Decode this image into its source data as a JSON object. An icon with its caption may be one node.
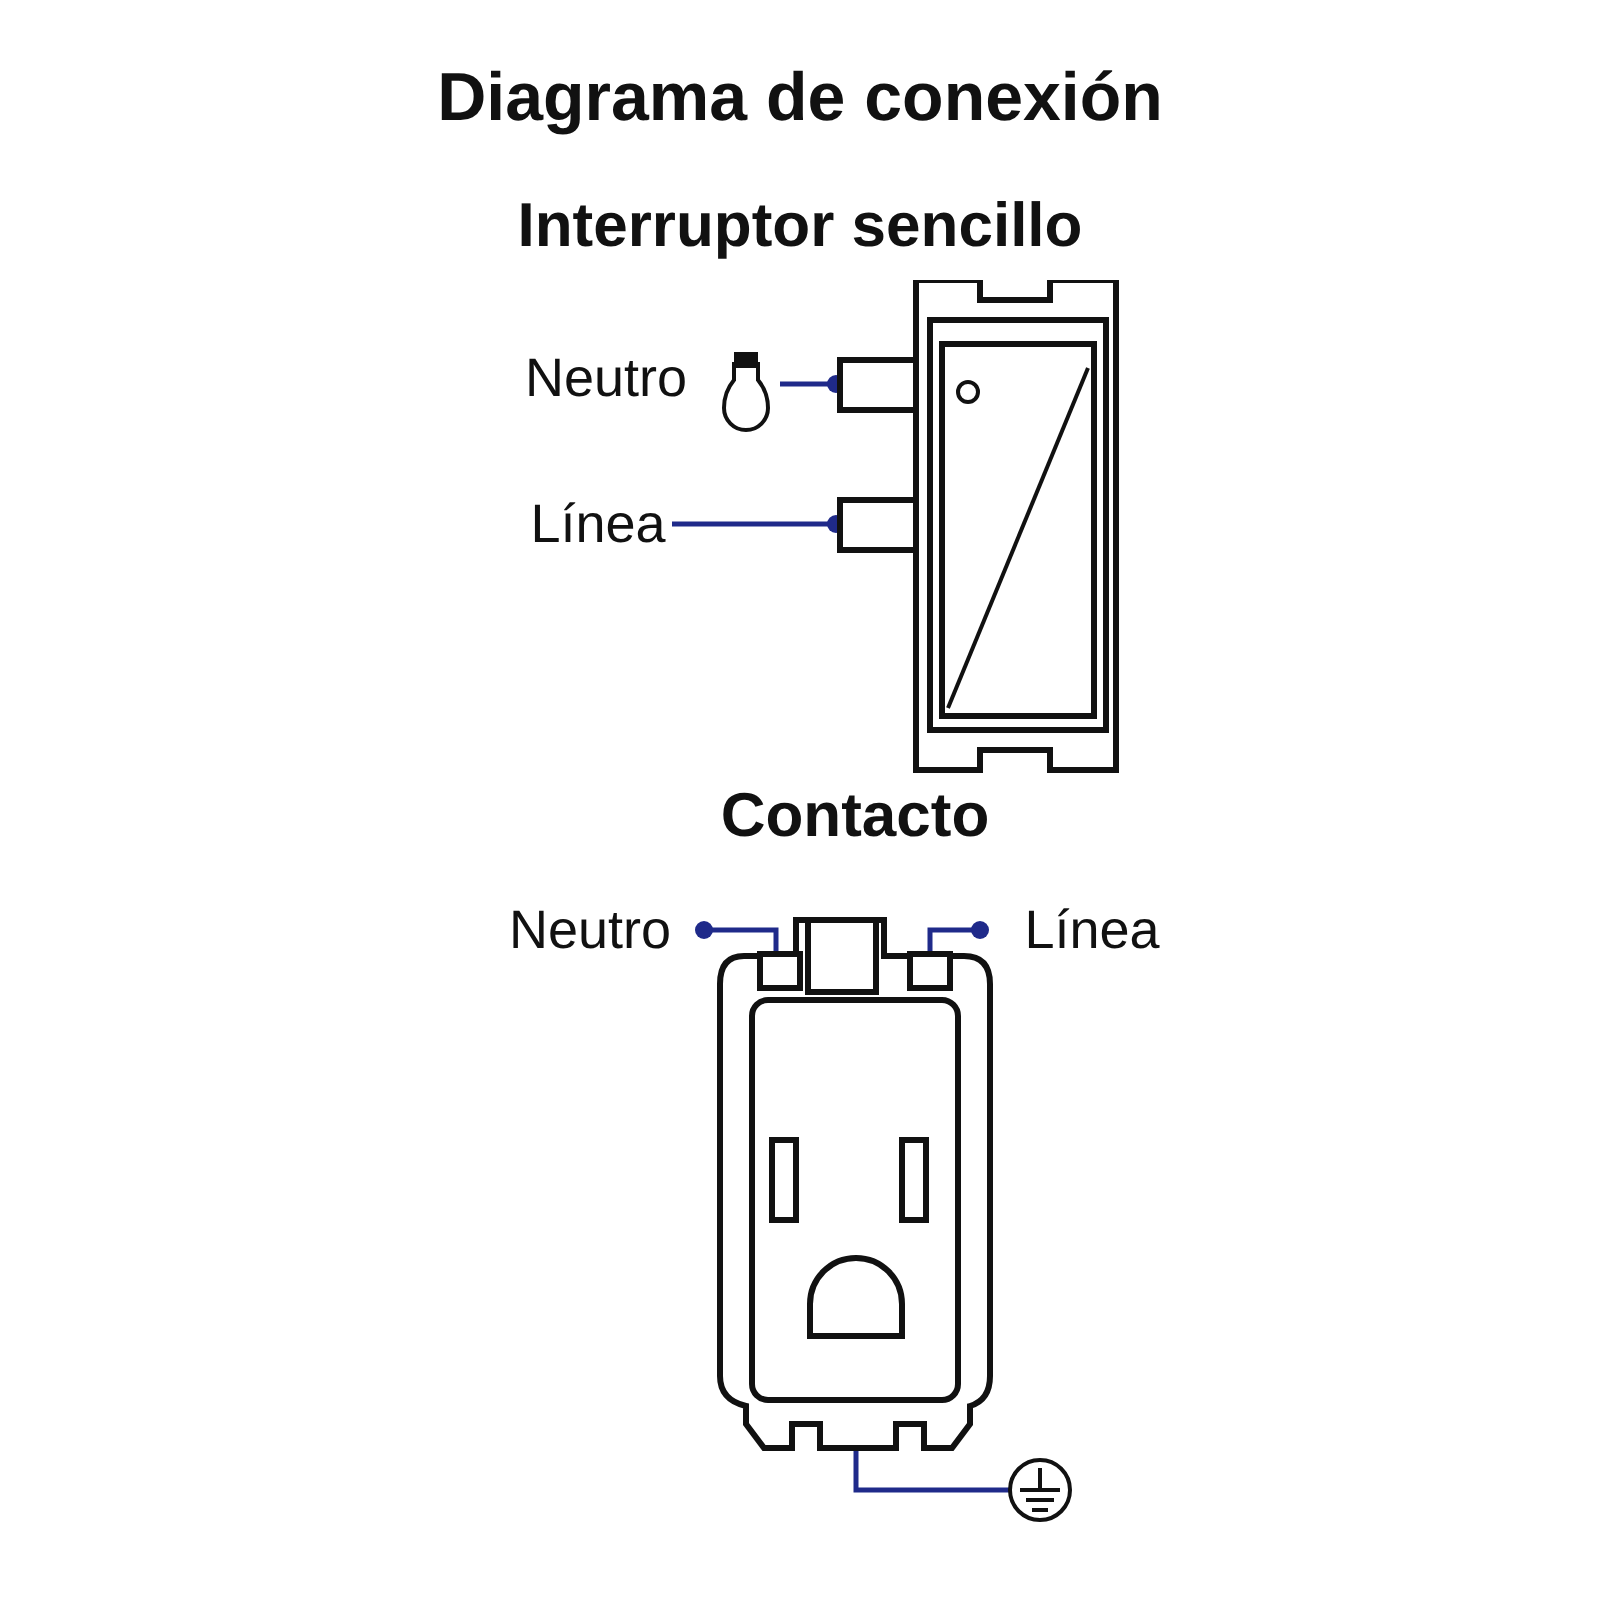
{
  "diagram": {
    "title": "Diagrama de conexión",
    "nodes": [
      {
        "text": [],
        "shape": "bulb"
      },
      {
        "text": [
          "Línea"
        ]
      },
      {
        "text": [
          "Interruptor sencillo"
        ]
      },
      {
        "text": [
          "Neutro"
        ]
      },
      {
        "text": [
          "Línea"
        ]
      },
      {
        "text": [
          "Contacto"
        ]
      },
      {
        "text": [],
        "shape": "ground"
      }
    ],
    "edges": [
      {
        "from": 0,
        "to": 2,
        "arrow": "other"
      },
      {
        "from": 1,
        "to": 2,
        "arrow": "other"
      },
      {
        "from": 5,
        "to": 3,
        "arrow": "other"
      },
      {
        "from": 5,
        "to": 4,
        "arrow": "other"
      },
      {
        "from": 5,
        "to": 6,
        "arrow": "none"
      }
    ],
    "labels": [
      "Neutro"
    ]
  }
}
